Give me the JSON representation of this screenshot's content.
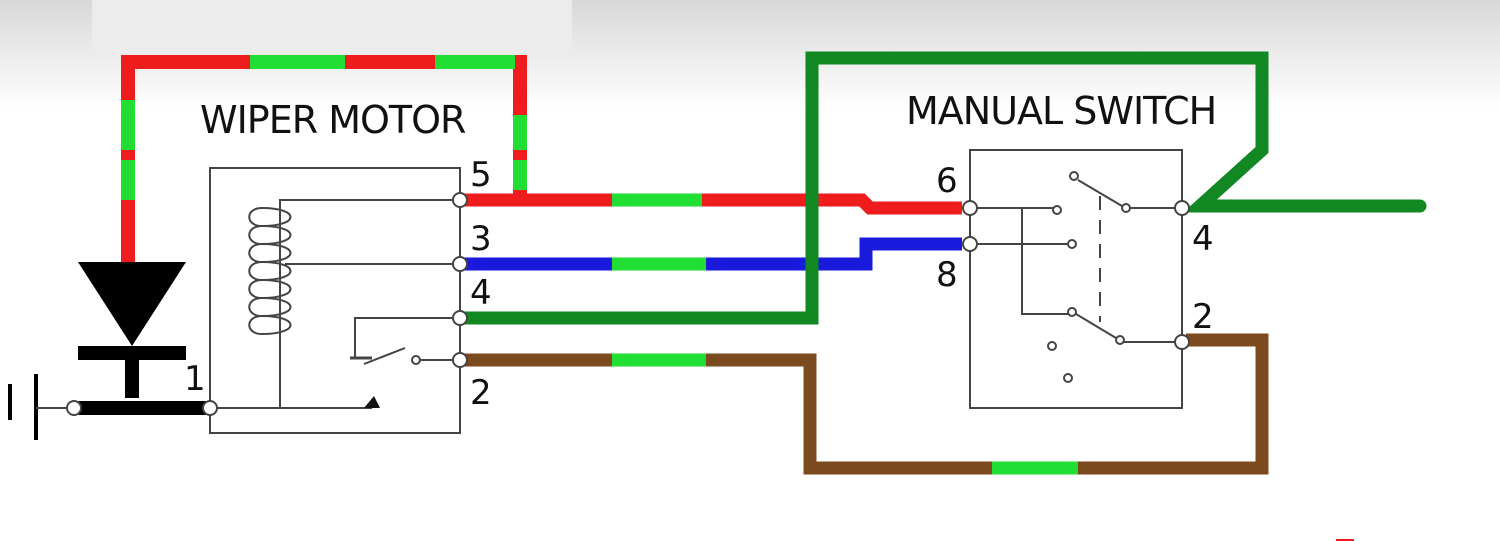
{
  "labels": {
    "wiper_motor": "WIPER MOTOR",
    "manual_switch": "MANUAL SWITCH"
  },
  "motor_pins": {
    "p1": "1",
    "p5": "5",
    "p3": "3",
    "p4": "4",
    "p2": "2"
  },
  "switch_pins": {
    "p6": "6",
    "p8": "8",
    "p4": "4",
    "p2": "2"
  },
  "colors": {
    "red": "#ee1c1c",
    "green": "#22dd33",
    "blue": "#1a1add",
    "dark_green": "#118822",
    "brown": "#7b4a1e",
    "black": "#000000",
    "line": "#444444"
  },
  "wires": [
    {
      "name": "red-green",
      "from": "motor pin 5",
      "to": "switch pin 6",
      "colors": [
        "red",
        "green"
      ]
    },
    {
      "name": "blue-green",
      "from": "motor pin 3",
      "to": "switch pin 8",
      "colors": [
        "blue",
        "green"
      ]
    },
    {
      "name": "dark-green",
      "from": "motor pin 4",
      "to": "switch pin 4",
      "colors": [
        "dark_green"
      ]
    },
    {
      "name": "brown-green",
      "from": "motor pin 2",
      "to": "switch pin 2",
      "colors": [
        "brown",
        "green"
      ]
    },
    {
      "name": "red-green-top-loop",
      "from": "diode",
      "to": "motor pin 5",
      "colors": [
        "red",
        "green"
      ]
    }
  ]
}
